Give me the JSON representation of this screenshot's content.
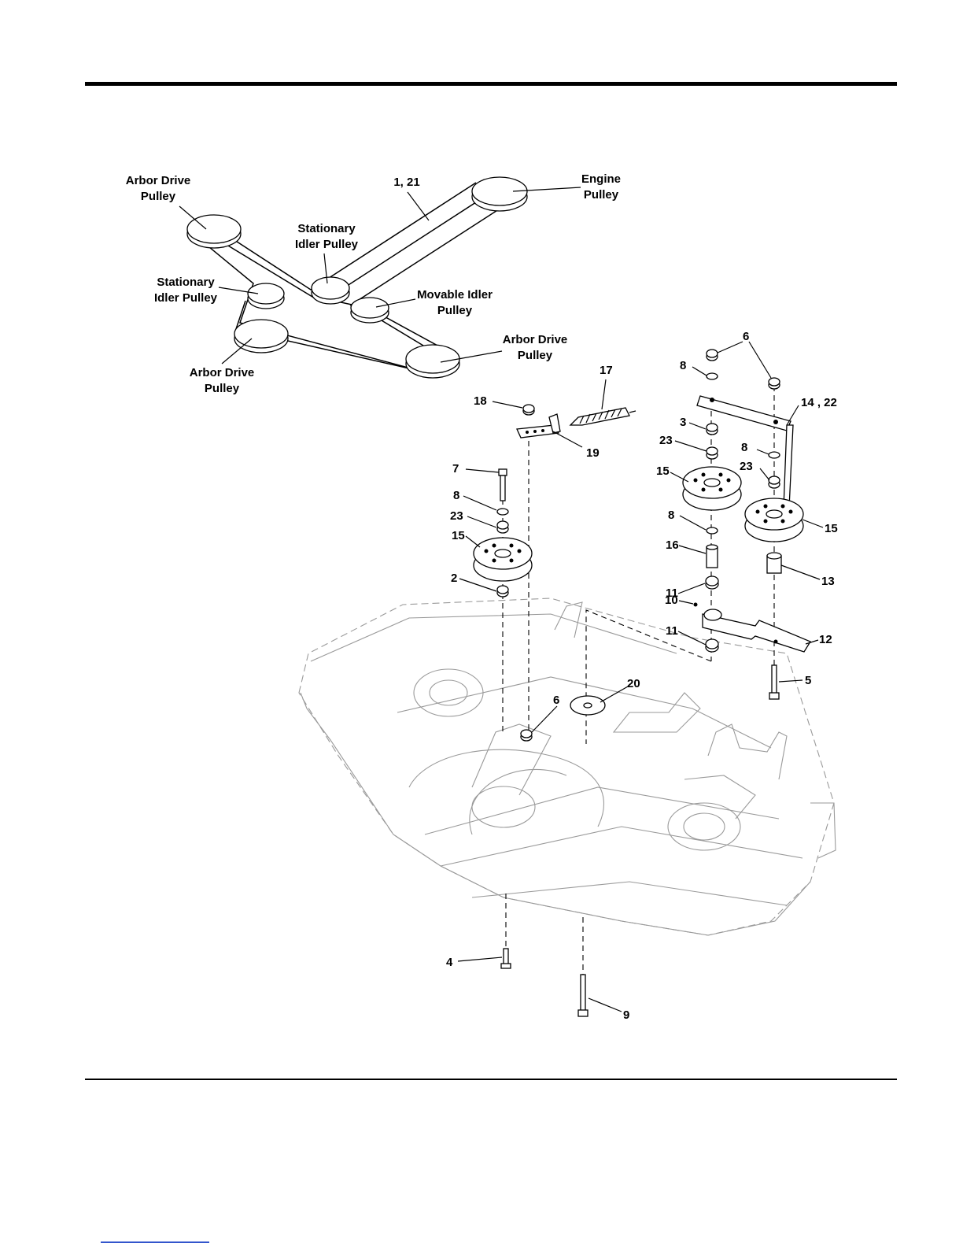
{
  "diagram": {
    "belt_labels": {
      "arbor_drive_left_top": [
        "Arbor Drive",
        "Pulley"
      ],
      "belt_ref": "1, 21",
      "engine_pulley": [
        "Engine",
        "Pulley"
      ],
      "stationary_idler_center": [
        "Stationary",
        "Idler Pulley"
      ],
      "stationary_idler_left": [
        "Stationary",
        "Idler Pulley"
      ],
      "movable_idler": [
        "Movable Idler",
        "Pulley"
      ],
      "arbor_drive_right": [
        "Arbor Drive",
        "Pulley"
      ],
      "arbor_drive_left_bottom": [
        "Arbor Drive",
        "Pulley"
      ]
    },
    "callouts": [
      {
        "id": "c-6-top",
        "text": "6"
      },
      {
        "id": "c-8-a",
        "text": "8"
      },
      {
        "id": "c-14-22",
        "text": "14 , 22"
      },
      {
        "id": "c-17",
        "text": "17"
      },
      {
        "id": "c-18",
        "text": "18"
      },
      {
        "id": "c-19",
        "text": "19"
      },
      {
        "id": "c-3",
        "text": "3"
      },
      {
        "id": "c-23-a",
        "text": "23"
      },
      {
        "id": "c-8-b",
        "text": "8"
      },
      {
        "id": "c-23-b",
        "text": "23"
      },
      {
        "id": "c-15-a",
        "text": "15"
      },
      {
        "id": "c-15-b",
        "text": "15"
      },
      {
        "id": "c-7",
        "text": "7"
      },
      {
        "id": "c-8-c",
        "text": "8"
      },
      {
        "id": "c-23-c",
        "text": "23"
      },
      {
        "id": "c-15-c",
        "text": "15"
      },
      {
        "id": "c-8-d",
        "text": "8"
      },
      {
        "id": "c-16",
        "text": "16"
      },
      {
        "id": "c-13",
        "text": "13"
      },
      {
        "id": "c-2",
        "text": "2"
      },
      {
        "id": "c-11-a",
        "text": "11"
      },
      {
        "id": "c-10",
        "text": "10"
      },
      {
        "id": "c-12",
        "text": "12"
      },
      {
        "id": "c-11-b",
        "text": "11"
      },
      {
        "id": "c-5",
        "text": "5"
      },
      {
        "id": "c-20",
        "text": "20"
      },
      {
        "id": "c-6-bottom",
        "text": "6"
      },
      {
        "id": "c-4",
        "text": "4"
      },
      {
        "id": "c-9",
        "text": "9"
      }
    ]
  }
}
